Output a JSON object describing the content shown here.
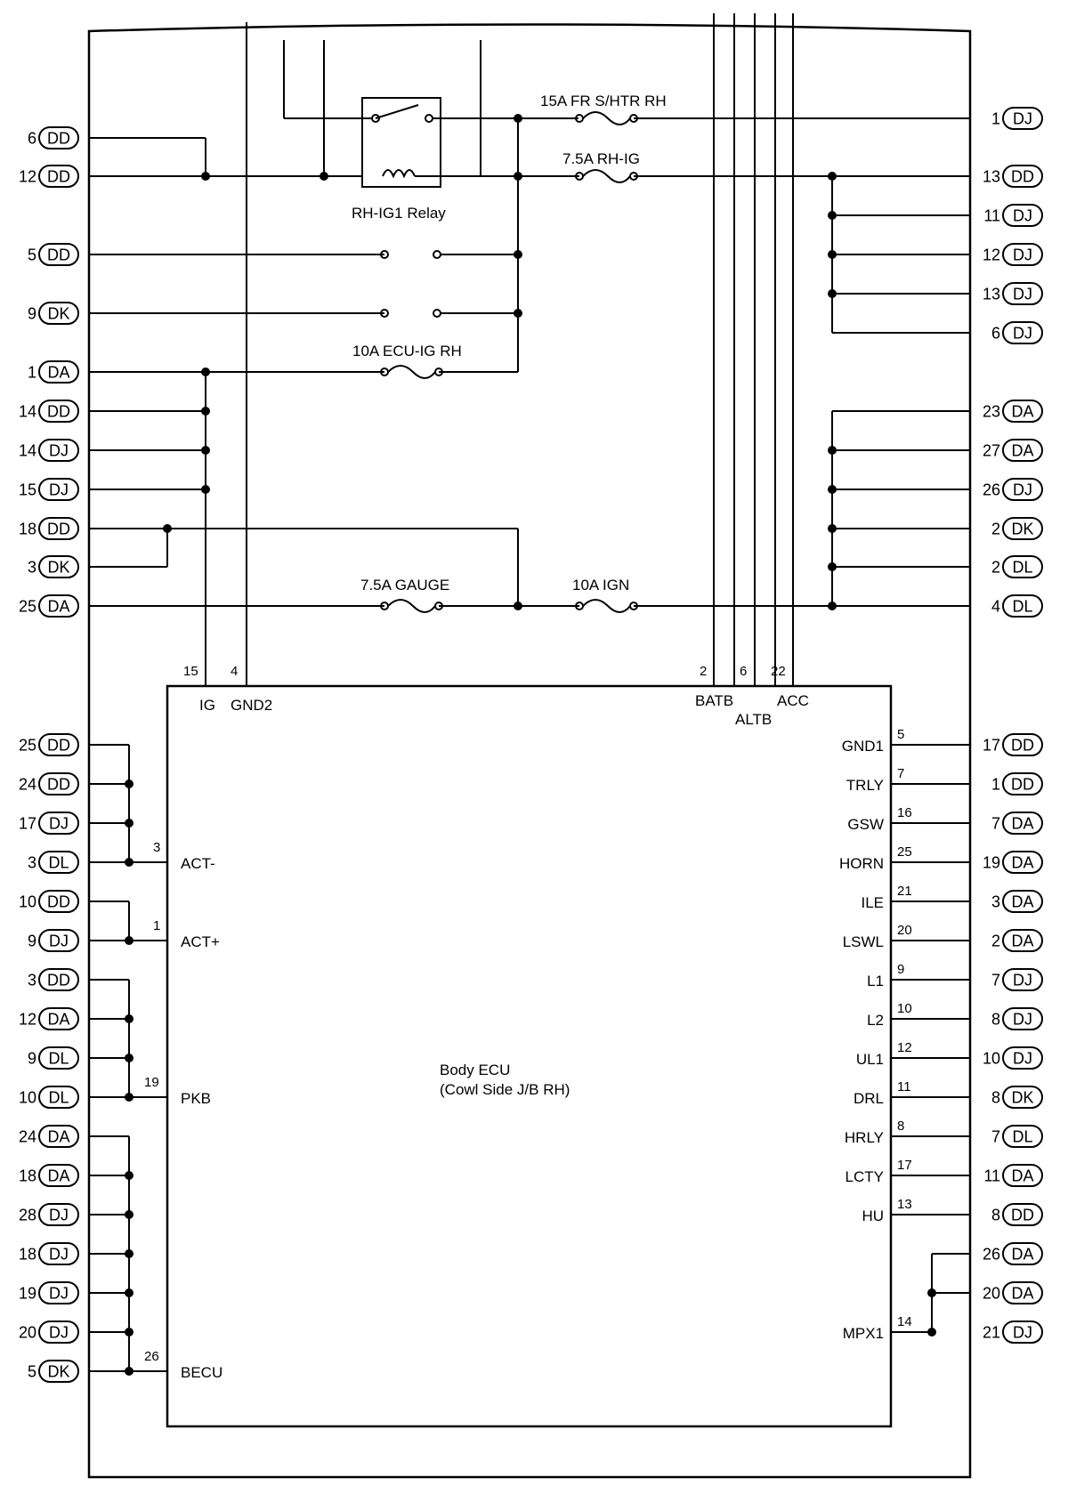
{
  "junction_block": {
    "ecu": {
      "name": "Body ECU",
      "location": "(Cowl Side J/B RH)",
      "top_pins": [
        {
          "label": "IG",
          "pin": "15"
        },
        {
          "label": "GND2",
          "pin": "4"
        },
        {
          "label": "BATB",
          "pin": "2"
        },
        {
          "label": "ALTB",
          "pin": "6"
        },
        {
          "label": "ACC",
          "pin": "22"
        }
      ],
      "left_pins": [
        {
          "label": "ACT-",
          "pin": "3"
        },
        {
          "label": "ACT+",
          "pin": "1"
        },
        {
          "label": "PKB",
          "pin": "19"
        },
        {
          "label": "BECU",
          "pin": "26"
        }
      ],
      "right_pins": [
        {
          "label": "GND1",
          "pin": "5"
        },
        {
          "label": "TRLY",
          "pin": "7"
        },
        {
          "label": "GSW",
          "pin": "16"
        },
        {
          "label": "HORN",
          "pin": "25"
        },
        {
          "label": "ILE",
          "pin": "21"
        },
        {
          "label": "LSWL",
          "pin": "20"
        },
        {
          "label": "L1",
          "pin": "9"
        },
        {
          "label": "L2",
          "pin": "10"
        },
        {
          "label": "UL1",
          "pin": "12"
        },
        {
          "label": "DRL",
          "pin": "11"
        },
        {
          "label": "HRLY",
          "pin": "8"
        },
        {
          "label": "LCTY",
          "pin": "17"
        },
        {
          "label": "HU",
          "pin": "13"
        },
        {
          "label": "MPX1",
          "pin": "14"
        }
      ]
    },
    "fuses": [
      {
        "label": "15A FR S/HTR RH"
      },
      {
        "label": "7.5A RH-IG"
      },
      {
        "label": "10A ECU-IG RH"
      },
      {
        "label": "7.5A GAUGE"
      },
      {
        "label": "10A IGN"
      }
    ],
    "relay": {
      "label": "RH-IG1 Relay"
    },
    "left_connectors": [
      {
        "num": "6",
        "conn": "DD"
      },
      {
        "num": "12",
        "conn": "DD"
      },
      {
        "num": "5",
        "conn": "DD"
      },
      {
        "num": "9",
        "conn": "DK"
      },
      {
        "num": "1",
        "conn": "DA"
      },
      {
        "num": "14",
        "conn": "DD"
      },
      {
        "num": "14",
        "conn": "DJ"
      },
      {
        "num": "15",
        "conn": "DJ"
      },
      {
        "num": "18",
        "conn": "DD"
      },
      {
        "num": "3",
        "conn": "DK"
      },
      {
        "num": "25",
        "conn": "DA"
      },
      {
        "num": "25",
        "conn": "DD"
      },
      {
        "num": "24",
        "conn": "DD"
      },
      {
        "num": "17",
        "conn": "DJ"
      },
      {
        "num": "3",
        "conn": "DL"
      },
      {
        "num": "10",
        "conn": "DD"
      },
      {
        "num": "9",
        "conn": "DJ"
      },
      {
        "num": "3",
        "conn": "DD"
      },
      {
        "num": "12",
        "conn": "DA"
      },
      {
        "num": "9",
        "conn": "DL"
      },
      {
        "num": "10",
        "conn": "DL"
      },
      {
        "num": "24",
        "conn": "DA"
      },
      {
        "num": "18",
        "conn": "DA"
      },
      {
        "num": "28",
        "conn": "DJ"
      },
      {
        "num": "18",
        "conn": "DJ"
      },
      {
        "num": "19",
        "conn": "DJ"
      },
      {
        "num": "20",
        "conn": "DJ"
      },
      {
        "num": "5",
        "conn": "DK"
      }
    ],
    "right_connectors": [
      {
        "num": "1",
        "conn": "DJ"
      },
      {
        "num": "13",
        "conn": "DD"
      },
      {
        "num": "11",
        "conn": "DJ"
      },
      {
        "num": "12",
        "conn": "DJ"
      },
      {
        "num": "13",
        "conn": "DJ"
      },
      {
        "num": "6",
        "conn": "DJ"
      },
      {
        "num": "23",
        "conn": "DA"
      },
      {
        "num": "27",
        "conn": "DA"
      },
      {
        "num": "26",
        "conn": "DJ"
      },
      {
        "num": "2",
        "conn": "DK"
      },
      {
        "num": "2",
        "conn": "DL"
      },
      {
        "num": "4",
        "conn": "DL"
      },
      {
        "num": "17",
        "conn": "DD"
      },
      {
        "num": "1",
        "conn": "DD"
      },
      {
        "num": "7",
        "conn": "DA"
      },
      {
        "num": "19",
        "conn": "DA"
      },
      {
        "num": "3",
        "conn": "DA"
      },
      {
        "num": "2",
        "conn": "DA"
      },
      {
        "num": "7",
        "conn": "DJ"
      },
      {
        "num": "8",
        "conn": "DJ"
      },
      {
        "num": "10",
        "conn": "DJ"
      },
      {
        "num": "8",
        "conn": "DK"
      },
      {
        "num": "7",
        "conn": "DL"
      },
      {
        "num": "11",
        "conn": "DA"
      },
      {
        "num": "8",
        "conn": "DD"
      },
      {
        "num": "26",
        "conn": "DA"
      },
      {
        "num": "20",
        "conn": "DA"
      },
      {
        "num": "21",
        "conn": "DJ"
      }
    ]
  }
}
